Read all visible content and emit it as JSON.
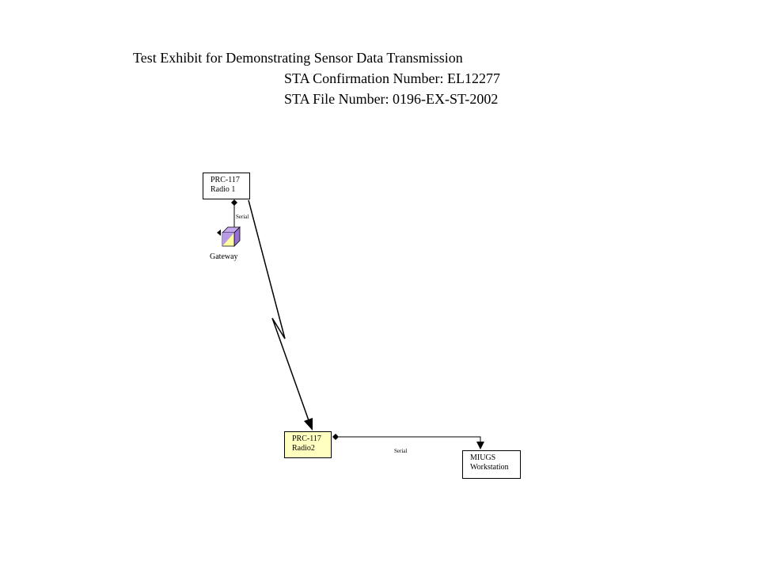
{
  "header": {
    "title": "Test Exhibit for Demonstrating Sensor Data Transmission",
    "confirmation": "STA Confirmation Number: EL12277",
    "file_number": "STA File Number: 0196-EX-ST-2002"
  },
  "nodes": {
    "radio1": {
      "line1": "PRC-117",
      "line2": "Radio 1"
    },
    "gateway": {
      "label": "Gateway"
    },
    "radio2": {
      "line1": "PRC-117",
      "line2": "Radio2"
    },
    "workstation": {
      "line1": "MIUGS",
      "line2": "Workstation"
    }
  },
  "links": {
    "radio1_gateway": "Serial",
    "radio2_workstation": "Serial"
  },
  "colors": {
    "radio2_fill": "#ffffc0",
    "gateway_top": "#c6a8f0",
    "gateway_side": "#9a70d8",
    "gateway_front": "#ffffa0"
  },
  "icons": {
    "gateway": "cube-icon",
    "wireless_link": "lightning-bolt-icon"
  }
}
